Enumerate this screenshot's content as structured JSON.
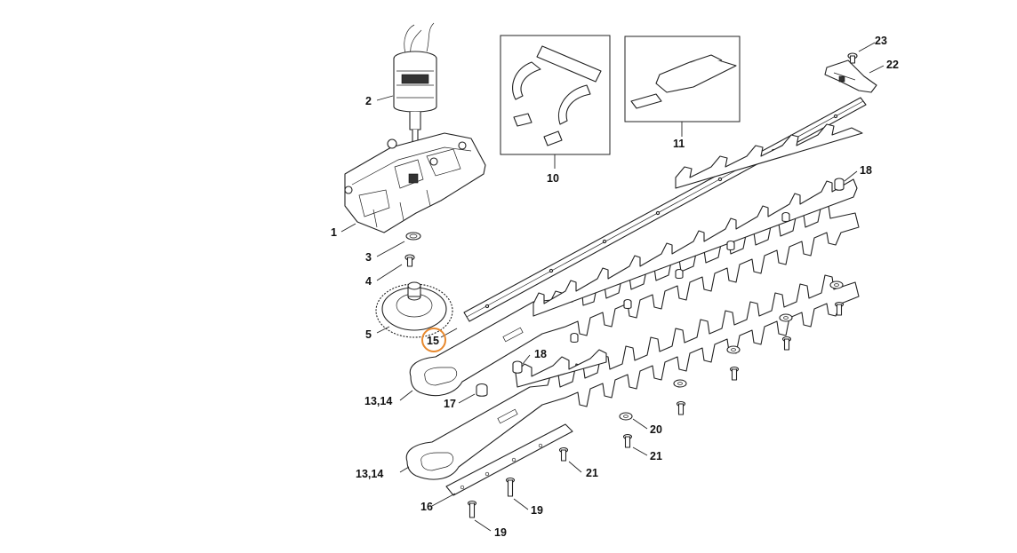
{
  "callouts": {
    "c1": "1",
    "c2": "2",
    "c3": "3",
    "c4": "4",
    "c5": "5",
    "c10": "10",
    "c11": "11",
    "c13a": "13,14",
    "c13b": "13,14",
    "c15": "15",
    "c16": "16",
    "c17": "17",
    "c18a": "18",
    "c18b": "18",
    "c19a": "19",
    "c19b": "19",
    "c20": "20",
    "c21a": "21",
    "c21b": "21",
    "c22": "22",
    "c23": "23"
  },
  "highlight": {
    "callout": "15",
    "color": "#e8892e",
    "fill": "#fde9d6"
  },
  "colors": {
    "line": "#222222",
    "background": "#ffffff"
  }
}
